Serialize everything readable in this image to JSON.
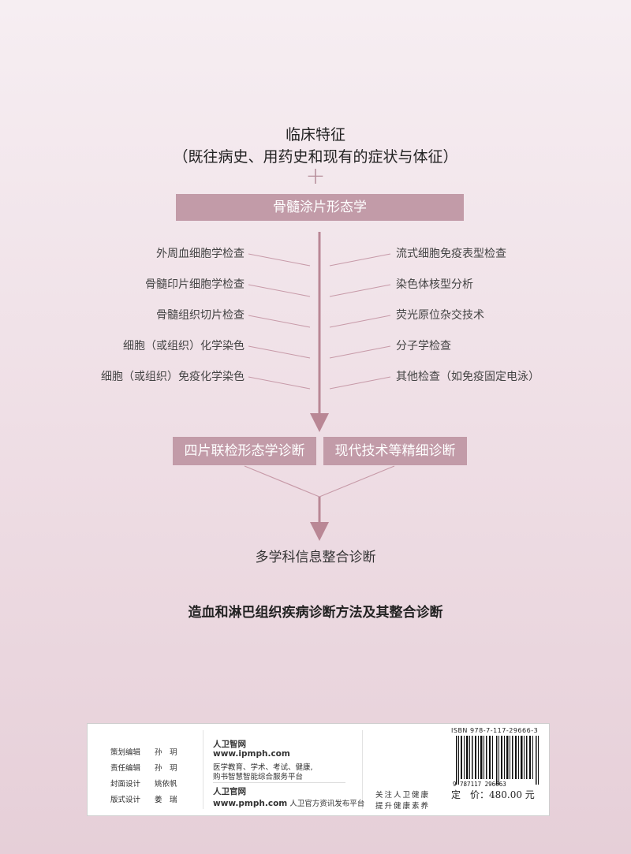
{
  "clinical": {
    "title": "临床特征",
    "subtitle": "（既往病史、用药史和现有的症状与体征）",
    "plus": "+"
  },
  "marrow_bar": "骨髓涂片形态学",
  "left_exams": [
    "外周血细胞学检查",
    "骨髓印片细胞学检查",
    "骨髓组织切片检查",
    "细胞（或组织）化学染色",
    "细胞（或组织）免疫化学染色"
  ],
  "right_exams": [
    "流式细胞免疫表型检查",
    "染色体核型分析",
    "荧光原位杂交技术",
    "分子学检查",
    "其他检查（如免疫固定电泳）"
  ],
  "diagnosis": {
    "four_slide": "四片联检形态学诊断",
    "modern": "现代技术等精细诊断",
    "multi": "多学科信息整合诊断"
  },
  "book_title": "造血和淋巴组织疾病诊断方法及其整合诊断",
  "credits": [
    {
      "role": "策划编辑",
      "name": "孙　玥"
    },
    {
      "role": "责任编辑",
      "name": "孙　玥"
    },
    {
      "role": "封面设计",
      "name": "姚依帆"
    },
    {
      "role": "版式设计",
      "name": "姜　瑞"
    }
  ],
  "publisher": {
    "zhiwang_name": "人卫智网",
    "zhiwang_url": "www.ipmph.com",
    "zhiwang_desc1": "医学教育、学术、考试、健康,",
    "zhiwang_desc2": "购书智慧智能综合服务平台",
    "guanwang_name": "人卫官网",
    "guanwang_url": "www.pmph.com",
    "guanwang_desc": "人卫官方资讯发布平台",
    "slogan1": "关注人卫健康",
    "slogan2": "提升健康素养"
  },
  "barcode": {
    "isbn": "ISBN 978-7-117-29666-3",
    "digits": "9 787117 296663",
    "price": "定　价：480.00 元"
  },
  "colors": {
    "accent": "#c29ba8",
    "line": "#c79aa8",
    "arrow": "#b98795"
  }
}
